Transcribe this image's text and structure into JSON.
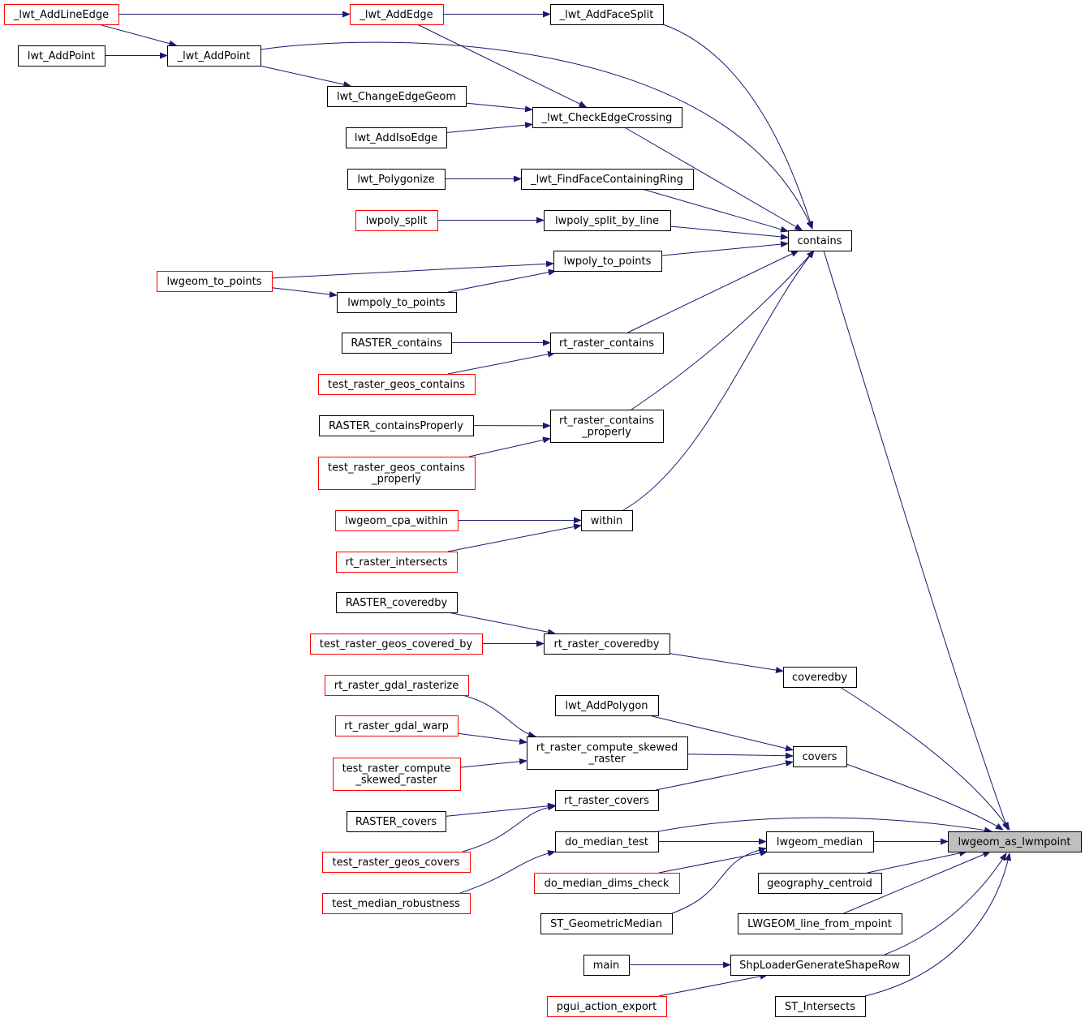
{
  "colors": {
    "edge": "#191970",
    "node_border": "#000000",
    "node_border_truncated": "#ff0000",
    "node_fill": "#ffffff",
    "focus_fill": "#bfbfbf"
  },
  "nodes": [
    {
      "id": "lwgeom_as_lwmpoint",
      "lines": [
        "lwgeom_as_lwmpoint"
      ],
      "style": "focus"
    },
    {
      "id": "_lwt_AddLineEdge",
      "lines": [
        "_lwt_AddLineEdge"
      ],
      "style": "truncated"
    },
    {
      "id": "_lwt_AddEdge",
      "lines": [
        "_lwt_AddEdge"
      ],
      "style": "truncated"
    },
    {
      "id": "_lwt_AddFaceSplit",
      "lines": [
        "_lwt_AddFaceSplit"
      ],
      "style": "normal"
    },
    {
      "id": "lwt_AddPoint",
      "lines": [
        "lwt_AddPoint"
      ],
      "style": "normal"
    },
    {
      "id": "_lwt_AddPoint",
      "lines": [
        "_lwt_AddPoint"
      ],
      "style": "normal"
    },
    {
      "id": "lwt_ChangeEdgeGeom",
      "lines": [
        "lwt_ChangeEdgeGeom"
      ],
      "style": "normal"
    },
    {
      "id": "_lwt_CheckEdgeCrossing",
      "lines": [
        "_lwt_CheckEdgeCrossing"
      ],
      "style": "normal"
    },
    {
      "id": "lwt_AddIsoEdge",
      "lines": [
        "lwt_AddIsoEdge"
      ],
      "style": "normal"
    },
    {
      "id": "lwt_Polygonize",
      "lines": [
        "lwt_Polygonize"
      ],
      "style": "normal"
    },
    {
      "id": "_lwt_FindFaceContainingRing",
      "lines": [
        "_lwt_FindFaceContainingRing"
      ],
      "style": "normal"
    },
    {
      "id": "lwpoly_split",
      "lines": [
        "lwpoly_split"
      ],
      "style": "truncated"
    },
    {
      "id": "lwpoly_split_by_line",
      "lines": [
        "lwpoly_split_by_line"
      ],
      "style": "normal"
    },
    {
      "id": "contains",
      "lines": [
        "contains"
      ],
      "style": "normal"
    },
    {
      "id": "lwpoly_to_points",
      "lines": [
        "lwpoly_to_points"
      ],
      "style": "normal"
    },
    {
      "id": "lwgeom_to_points",
      "lines": [
        "lwgeom_to_points"
      ],
      "style": "truncated"
    },
    {
      "id": "lwmpoly_to_points",
      "lines": [
        "lwmpoly_to_points"
      ],
      "style": "normal"
    },
    {
      "id": "RASTER_contains",
      "lines": [
        "RASTER_contains"
      ],
      "style": "normal"
    },
    {
      "id": "rt_raster_contains",
      "lines": [
        "rt_raster_contains"
      ],
      "style": "normal"
    },
    {
      "id": "test_raster_geos_contains",
      "lines": [
        "test_raster_geos_contains"
      ],
      "style": "truncated"
    },
    {
      "id": "RASTER_containsProperly",
      "lines": [
        "RASTER_containsProperly"
      ],
      "style": "normal"
    },
    {
      "id": "rt_raster_contains_properly",
      "lines": [
        "rt_raster_contains",
        "_properly"
      ],
      "style": "normal"
    },
    {
      "id": "test_raster_geos_contains_properly",
      "lines": [
        "test_raster_geos_contains",
        "_properly"
      ],
      "style": "truncated"
    },
    {
      "id": "lwgeom_cpa_within",
      "lines": [
        "lwgeom_cpa_within"
      ],
      "style": "truncated"
    },
    {
      "id": "within",
      "lines": [
        "within"
      ],
      "style": "normal"
    },
    {
      "id": "rt_raster_intersects",
      "lines": [
        "rt_raster_intersects"
      ],
      "style": "truncated"
    },
    {
      "id": "RASTER_coveredby",
      "lines": [
        "RASTER_coveredby"
      ],
      "style": "normal"
    },
    {
      "id": "test_raster_geos_covered_by",
      "lines": [
        "test_raster_geos_covered_by"
      ],
      "style": "truncated"
    },
    {
      "id": "rt_raster_coveredby",
      "lines": [
        "rt_raster_coveredby"
      ],
      "style": "normal"
    },
    {
      "id": "coveredby",
      "lines": [
        "coveredby"
      ],
      "style": "normal"
    },
    {
      "id": "rt_raster_gdal_rasterize",
      "lines": [
        "rt_raster_gdal_rasterize"
      ],
      "style": "truncated"
    },
    {
      "id": "lwt_AddPolygon",
      "lines": [
        "lwt_AddPolygon"
      ],
      "style": "normal"
    },
    {
      "id": "rt_raster_gdal_warp",
      "lines": [
        "rt_raster_gdal_warp"
      ],
      "style": "truncated"
    },
    {
      "id": "rt_raster_compute_skewed_raster",
      "lines": [
        "rt_raster_compute_skewed",
        "_raster"
      ],
      "style": "normal"
    },
    {
      "id": "covers",
      "lines": [
        "covers"
      ],
      "style": "normal"
    },
    {
      "id": "test_raster_compute_skewed_raster",
      "lines": [
        "test_raster_compute",
        "_skewed_raster"
      ],
      "style": "truncated"
    },
    {
      "id": "rt_raster_covers",
      "lines": [
        "rt_raster_covers"
      ],
      "style": "normal"
    },
    {
      "id": "RASTER_covers",
      "lines": [
        "RASTER_covers"
      ],
      "style": "normal"
    },
    {
      "id": "do_median_test",
      "lines": [
        "do_median_test"
      ],
      "style": "normal"
    },
    {
      "id": "lwgeom_median",
      "lines": [
        "lwgeom_median"
      ],
      "style": "normal"
    },
    {
      "id": "test_raster_geos_covers",
      "lines": [
        "test_raster_geos_covers"
      ],
      "style": "truncated"
    },
    {
      "id": "do_median_dims_check",
      "lines": [
        "do_median_dims_check"
      ],
      "style": "truncated"
    },
    {
      "id": "geography_centroid",
      "lines": [
        "geography_centroid"
      ],
      "style": "normal"
    },
    {
      "id": "test_median_robustness",
      "lines": [
        "test_median_robustness"
      ],
      "style": "truncated"
    },
    {
      "id": "ST_GeometricMedian",
      "lines": [
        "ST_GeometricMedian"
      ],
      "style": "normal"
    },
    {
      "id": "LWGEOM_line_from_mpoint",
      "lines": [
        "LWGEOM_line_from_mpoint"
      ],
      "style": "normal"
    },
    {
      "id": "main",
      "lines": [
        "main"
      ],
      "style": "normal"
    },
    {
      "id": "ShpLoaderGenerateShapeRow",
      "lines": [
        "ShpLoaderGenerateShapeRow"
      ],
      "style": "normal"
    },
    {
      "id": "pgui_action_export",
      "lines": [
        "pgui_action_export"
      ],
      "style": "truncated"
    },
    {
      "id": "ST_Intersects",
      "lines": [
        "ST_Intersects"
      ],
      "style": "normal"
    }
  ],
  "edges": [
    {
      "from": "_lwt_AddLineEdge",
      "to": "_lwt_AddEdge"
    },
    {
      "from": "_lwt_AddLineEdge",
      "to": "_lwt_AddPoint"
    },
    {
      "from": "_lwt_AddEdge",
      "to": "_lwt_AddFaceSplit"
    },
    {
      "from": "_lwt_AddEdge",
      "to": "_lwt_CheckEdgeCrossing"
    },
    {
      "from": "lwt_AddPoint",
      "to": "_lwt_AddPoint"
    },
    {
      "from": "_lwt_AddPoint",
      "to": "lwt_ChangeEdgeGeom"
    },
    {
      "from": "_lwt_AddPoint",
      "to": "contains"
    },
    {
      "from": "_lwt_AddFaceSplit",
      "to": "contains"
    },
    {
      "from": "lwt_ChangeEdgeGeom",
      "to": "_lwt_CheckEdgeCrossing"
    },
    {
      "from": "lwt_AddIsoEdge",
      "to": "_lwt_CheckEdgeCrossing"
    },
    {
      "from": "_lwt_CheckEdgeCrossing",
      "to": "contains"
    },
    {
      "from": "lwt_Polygonize",
      "to": "_lwt_FindFaceContainingRing"
    },
    {
      "from": "_lwt_FindFaceContainingRing",
      "to": "contains"
    },
    {
      "from": "lwpoly_split",
      "to": "lwpoly_split_by_line"
    },
    {
      "from": "lwpoly_split_by_line",
      "to": "contains"
    },
    {
      "from": "lwgeom_to_points",
      "to": "lwpoly_to_points"
    },
    {
      "from": "lwgeom_to_points",
      "to": "lwmpoly_to_points"
    },
    {
      "from": "lwmpoly_to_points",
      "to": "lwpoly_to_points"
    },
    {
      "from": "lwpoly_to_points",
      "to": "contains"
    },
    {
      "from": "RASTER_contains",
      "to": "rt_raster_contains"
    },
    {
      "from": "test_raster_geos_contains",
      "to": "rt_raster_contains"
    },
    {
      "from": "rt_raster_contains",
      "to": "contains"
    },
    {
      "from": "RASTER_containsProperly",
      "to": "rt_raster_contains_properly"
    },
    {
      "from": "test_raster_geos_contains_properly",
      "to": "rt_raster_contains_properly"
    },
    {
      "from": "rt_raster_contains_properly",
      "to": "contains"
    },
    {
      "from": "lwgeom_cpa_within",
      "to": "within"
    },
    {
      "from": "rt_raster_intersects",
      "to": "within"
    },
    {
      "from": "within",
      "to": "contains"
    },
    {
      "from": "RASTER_coveredby",
      "to": "rt_raster_coveredby"
    },
    {
      "from": "test_raster_geos_covered_by",
      "to": "rt_raster_coveredby"
    },
    {
      "from": "rt_raster_coveredby",
      "to": "coveredby"
    },
    {
      "from": "rt_raster_gdal_rasterize",
      "to": "rt_raster_compute_skewed_raster"
    },
    {
      "from": "rt_raster_gdal_warp",
      "to": "rt_raster_compute_skewed_raster"
    },
    {
      "from": "test_raster_compute_skewed_raster",
      "to": "rt_raster_compute_skewed_raster"
    },
    {
      "from": "rt_raster_compute_skewed_raster",
      "to": "covers"
    },
    {
      "from": "lwt_AddPolygon",
      "to": "covers"
    },
    {
      "from": "rt_raster_covers",
      "to": "covers"
    },
    {
      "from": "RASTER_covers",
      "to": "rt_raster_covers"
    },
    {
      "from": "test_raster_geos_covers",
      "to": "rt_raster_covers"
    },
    {
      "from": "test_median_robustness",
      "to": "do_median_test"
    },
    {
      "from": "do_median_test",
      "to": "lwgeom_median"
    },
    {
      "from": "do_median_test",
      "to": "lwgeom_as_lwmpoint"
    },
    {
      "from": "do_median_dims_check",
      "to": "lwgeom_median"
    },
    {
      "from": "ST_GeometricMedian",
      "to": "lwgeom_median"
    },
    {
      "from": "lwgeom_median",
      "to": "lwgeom_as_lwmpoint"
    },
    {
      "from": "main",
      "to": "ShpLoaderGenerateShapeRow"
    },
    {
      "from": "pgui_action_export",
      "to": "ShpLoaderGenerateShapeRow"
    },
    {
      "from": "contains",
      "to": "lwgeom_as_lwmpoint"
    },
    {
      "from": "coveredby",
      "to": "lwgeom_as_lwmpoint"
    },
    {
      "from": "covers",
      "to": "lwgeom_as_lwmpoint"
    },
    {
      "from": "geography_centroid",
      "to": "lwgeom_as_lwmpoint"
    },
    {
      "from": "LWGEOM_line_from_mpoint",
      "to": "lwgeom_as_lwmpoint"
    },
    {
      "from": "ShpLoaderGenerateShapeRow",
      "to": "lwgeom_as_lwmpoint"
    },
    {
      "from": "ST_Intersects",
      "to": "lwgeom_as_lwmpoint"
    }
  ]
}
